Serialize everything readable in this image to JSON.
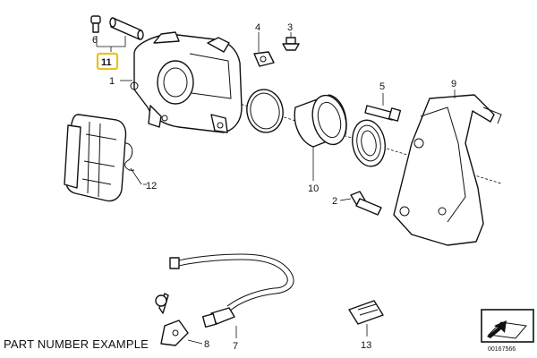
{
  "labels": {
    "p1": "1",
    "p2": "2",
    "p3": "3",
    "p4": "4",
    "p5": "5",
    "p6": "6",
    "p7": "7",
    "p8": "8",
    "p9": "9",
    "p10": "10",
    "p11": "11",
    "p12": "12",
    "p13": "13"
  },
  "highlight_color": "#e8c21f",
  "caption": "PART NUMBER EXAMPLE",
  "doc_id": "00167566"
}
